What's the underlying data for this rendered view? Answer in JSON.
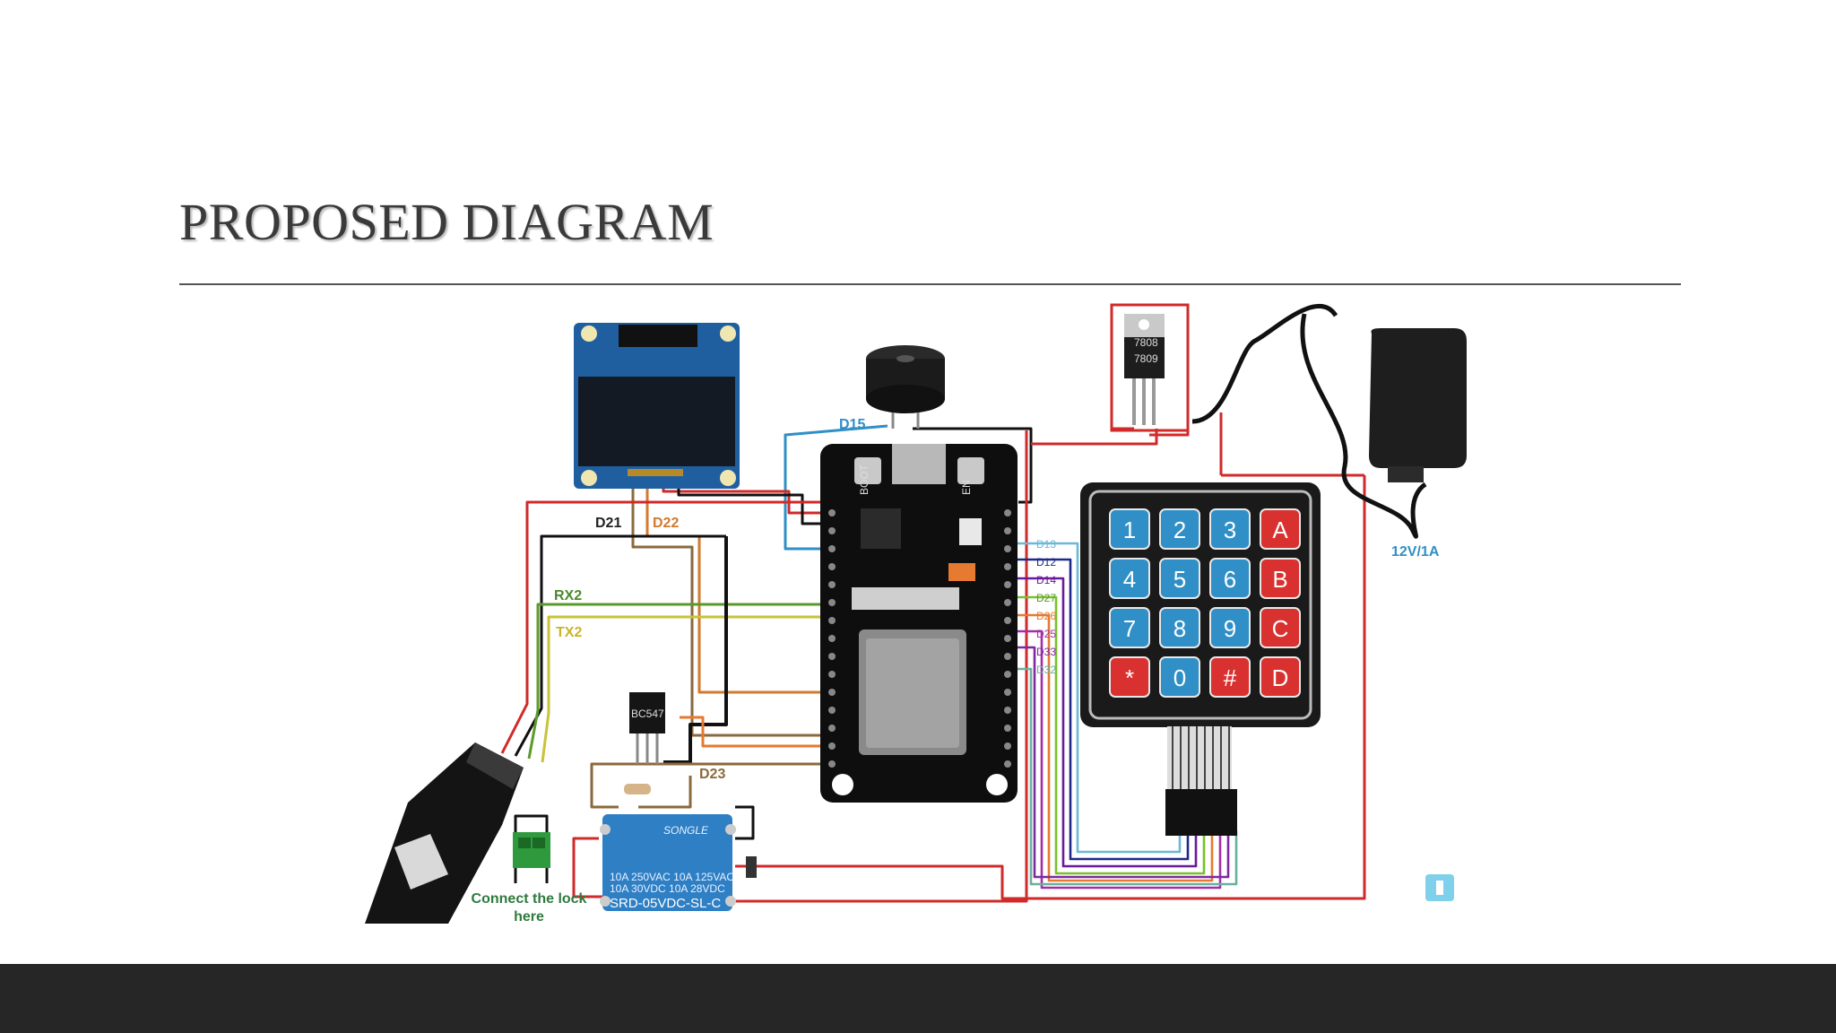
{
  "slide": {
    "title": "PROPOSED DIAGRAM"
  },
  "diagram": {
    "labels": {
      "d15": "D15",
      "d21": "D21",
      "d22": "D22",
      "rx2": "RX2",
      "tx2": "TX2",
      "d23": "D23",
      "d13": "D13",
      "d12": "D12",
      "d14": "D14",
      "d27": "D27",
      "d26": "D26",
      "d25": "D25",
      "d33": "D33",
      "d32": "D32",
      "power": "12V/1A",
      "lock_line1": "Connect the lock",
      "lock_line2": "here",
      "transistor": "BC547",
      "regulator_line1": "7808",
      "regulator_line2": "7809",
      "relay_brand": "SONGLE",
      "relay_line1": "10A 250VAC  10A 125VAC",
      "relay_line2": "10A  30VDC  10A  28VDC",
      "relay_model": "SRD-05VDC-SL-C",
      "esp_boot": "BOOT",
      "esp_en": "EN"
    },
    "keypad": [
      "1",
      "2",
      "3",
      "A",
      "4",
      "5",
      "6",
      "B",
      "7",
      "8",
      "9",
      "C",
      "*",
      "0",
      "#",
      "D"
    ],
    "colors": {
      "red_wire": "#d02a2a",
      "black_wire": "#111111",
      "blue_key": "#2f8fc6",
      "red_key": "#d9312f",
      "footer": "#262627"
    },
    "icons": [
      "oled-display",
      "buzzer",
      "esp32-board",
      "voltage-regulator",
      "power-adapter",
      "keypad-4x4",
      "fingerprint-sensor",
      "terminal-block",
      "bc547-transistor",
      "relay-module",
      "watermark-icon"
    ]
  }
}
